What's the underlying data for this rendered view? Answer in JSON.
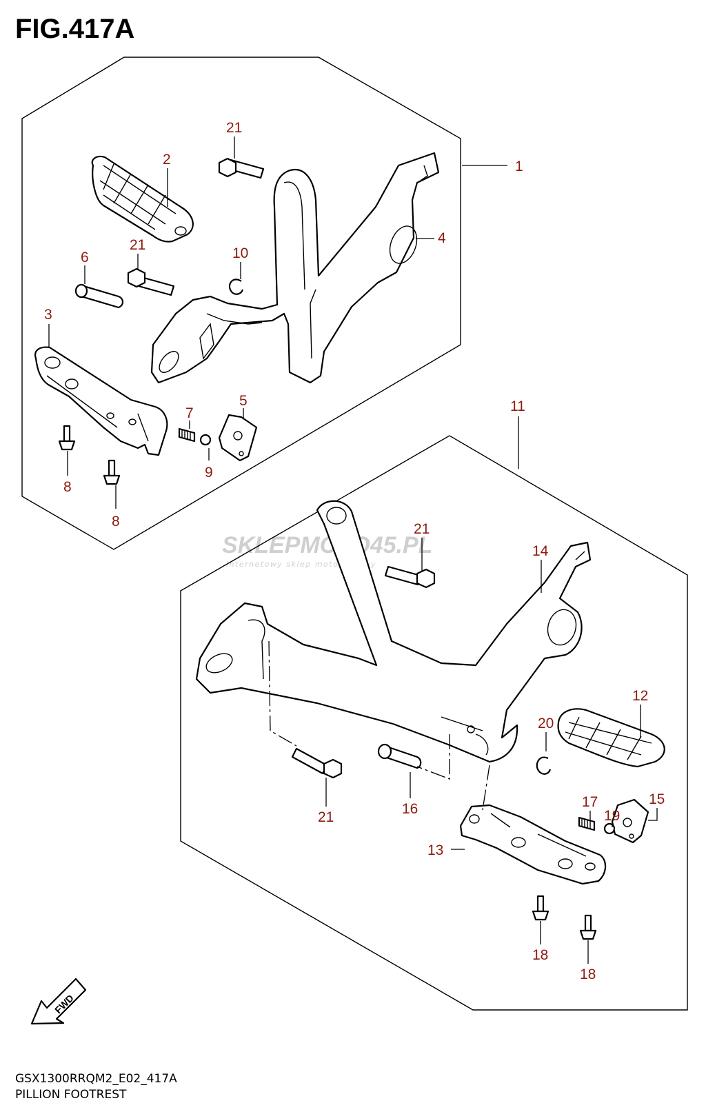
{
  "figure": {
    "title": "FIG.417A",
    "footer_code": "GSX1300RRQM2_E02_417A",
    "footer_name": "PILLION FOOTREST",
    "watermark": "SKLEPMOTO45.PL",
    "watermark_sub": "internetowy sklep motocyklowy",
    "fwd_label": "FWD"
  },
  "callouts": [
    {
      "id": "c1",
      "label": "1"
    },
    {
      "id": "c2",
      "label": "2"
    },
    {
      "id": "c3",
      "label": "3"
    },
    {
      "id": "c4",
      "label": "4"
    },
    {
      "id": "c5",
      "label": "5"
    },
    {
      "id": "c6",
      "label": "6"
    },
    {
      "id": "c7",
      "label": "7"
    },
    {
      "id": "c8a",
      "label": "8"
    },
    {
      "id": "c8b",
      "label": "8"
    },
    {
      "id": "c9",
      "label": "9"
    },
    {
      "id": "c10",
      "label": "10"
    },
    {
      "id": "c11",
      "label": "11"
    },
    {
      "id": "c12",
      "label": "12"
    },
    {
      "id": "c13",
      "label": "13"
    },
    {
      "id": "c14",
      "label": "14"
    },
    {
      "id": "c15",
      "label": "15"
    },
    {
      "id": "c16",
      "label": "16"
    },
    {
      "id": "c17",
      "label": "17"
    },
    {
      "id": "c18a",
      "label": "18"
    },
    {
      "id": "c18b",
      "label": "18"
    },
    {
      "id": "c19",
      "label": "19"
    },
    {
      "id": "c20",
      "label": "20"
    },
    {
      "id": "c21a",
      "label": "21"
    },
    {
      "id": "c21b",
      "label": "21"
    },
    {
      "id": "c21c",
      "label": "21"
    },
    {
      "id": "c21d",
      "label": "21"
    }
  ],
  "colors": {
    "callout": "#8e1a10",
    "line": "#000000",
    "watermark": "#cfcfcf"
  }
}
